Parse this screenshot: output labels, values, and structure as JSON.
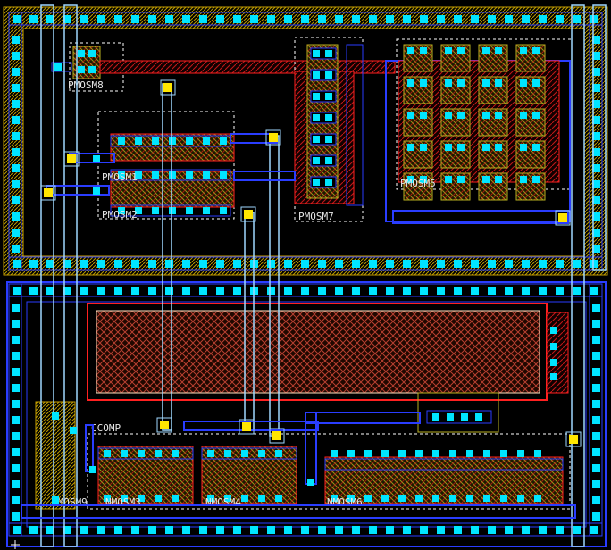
{
  "title": "Layout Editor - two-stage op-amp",
  "labels": {
    "pmos_m8": "PMOSM8",
    "pmos_m1": "PMOSM1",
    "pmos_m2": "PMOSM2",
    "pmos_m7": "PMOSM7",
    "pmos_m5": "PMOSM5",
    "ccomp": "CCOMP",
    "nmos_m3": "NMOSM3",
    "nmos_m4": "NMOSM4",
    "nmos_m6": "NMOSM6",
    "nmos_m9": "NMOSM9"
  },
  "colors": {
    "background": "#000000",
    "contact": "#00e5ff",
    "via": "#ffe600",
    "metal1": "#2a3dff",
    "metal2": "#9fd8ff",
    "poly": "#ff2020",
    "diffusion": "#b8b020",
    "well": "#c8a000",
    "outline": "#ffffff"
  }
}
